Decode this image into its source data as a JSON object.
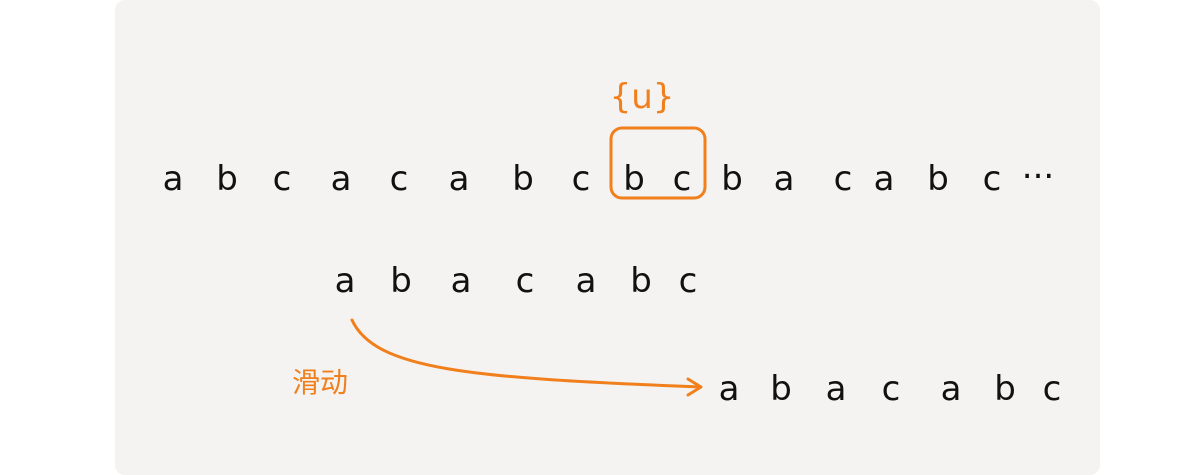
{
  "text_row": [
    "a",
    "b",
    "c",
    "a",
    "c",
    "a",
    "b",
    "c",
    "b",
    "c",
    "b",
    "a",
    "c",
    "a",
    "b",
    "c"
  ],
  "text_ellipsis": "...",
  "pattern_top": [
    "a",
    "b",
    "a",
    "c",
    "a",
    "b",
    "c"
  ],
  "pattern_bottom": [
    "a",
    "b",
    "a",
    "c",
    "a",
    "b",
    "c"
  ],
  "highlight_label": "{u}",
  "slide_label": "滑动",
  "colors": {
    "text": "#111111",
    "accent": "#f07f1c",
    "background": "#f4f3f1"
  }
}
